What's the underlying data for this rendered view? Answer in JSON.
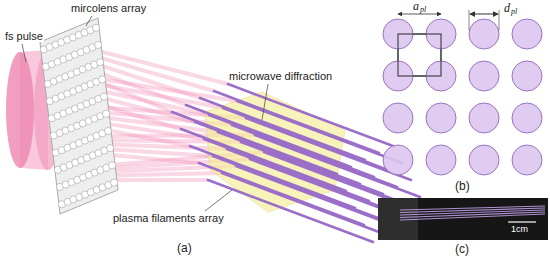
{
  "diagram": {
    "labels": [
      "mircolens array",
      "fs pulse",
      "microwave diffraction",
      "plasma filaments array",
      "(a)",
      "a",
      "pl",
      "d",
      "pl",
      "(b)",
      "1cm",
      "(c)"
    ]
  }
}
